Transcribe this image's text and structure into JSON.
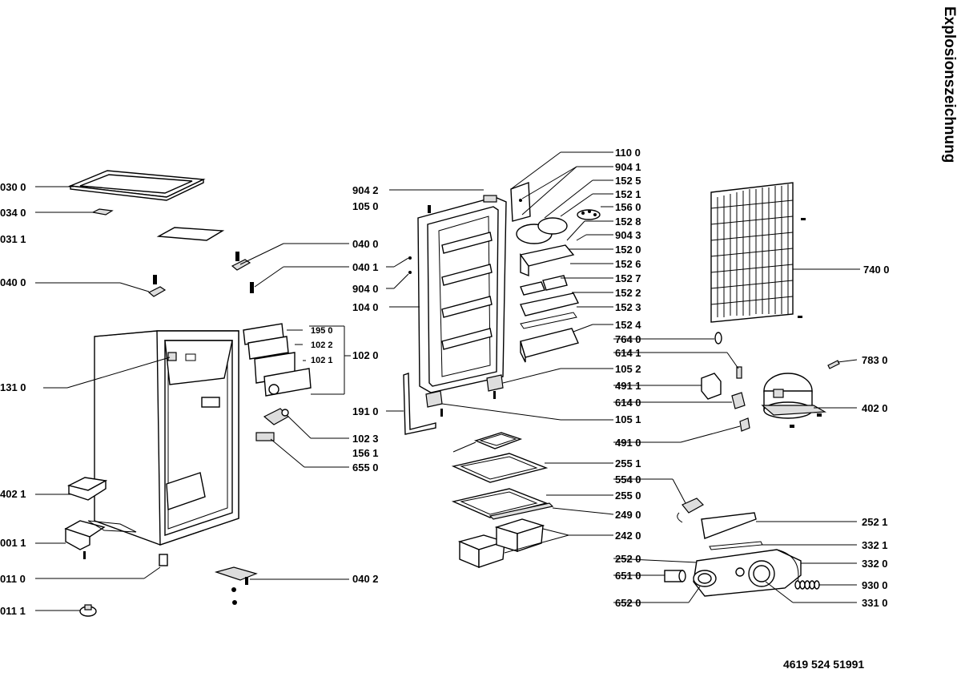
{
  "title": "Explosionszeichnung",
  "document_number": "4619 524 51991",
  "labels": [
    "030 0",
    "034 0",
    "031 1",
    "040 0",
    "040 0",
    "040 1",
    "904 0",
    "131 0",
    "195 0",
    "102 2",
    "102 1",
    "102 0",
    "102 3",
    "156 1",
    "655 0",
    "402 1",
    "001 1",
    "011 0",
    "011 1",
    "040 2",
    "904 2",
    "105 0",
    "104 0",
    "191 0",
    "105 2",
    "105 1",
    "110 0",
    "904 1",
    "152 5",
    "152 1",
    "156 0",
    "152 8",
    "904 3",
    "152 0",
    "152 6",
    "152 7",
    "152 2",
    "152 3",
    "152 4",
    "764 0",
    "614 1",
    "491 1",
    "614 0",
    "491 0",
    "255 1",
    "554 0",
    "255 0",
    "249 0",
    "242 0",
    "252 1",
    "252 0",
    "332 1",
    "332 0",
    "651 0",
    "930 0",
    "652 0",
    "331 0",
    "740 0",
    "783 0",
    "402 0"
  ]
}
